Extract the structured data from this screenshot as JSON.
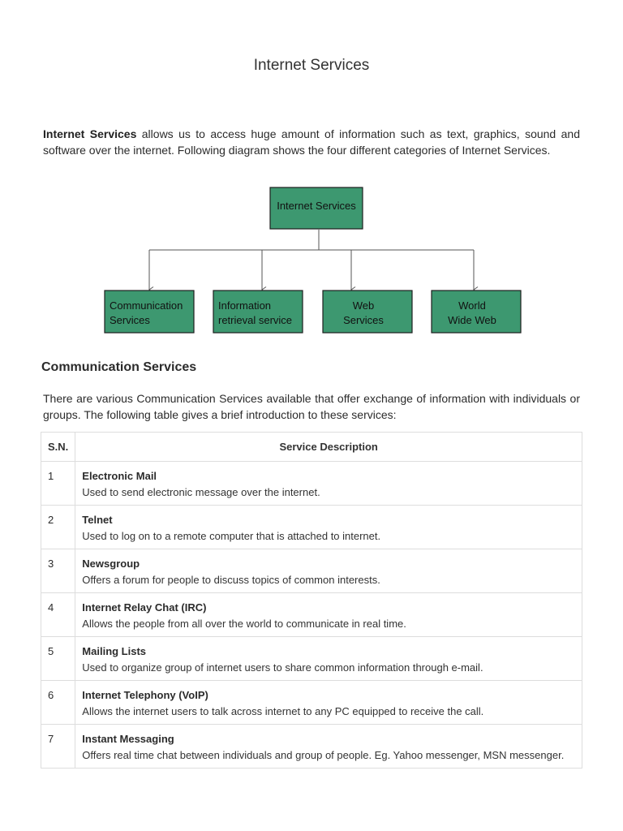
{
  "title": "Internet Services",
  "intro": {
    "bold_lead": "Internet Services",
    "text": " allows us to access huge amount of information such as text, graphics, sound and software over the internet. Following diagram shows the four different categories of Internet Services."
  },
  "diagram": {
    "root": "Internet Services",
    "box_color": "#3d9870",
    "children": [
      {
        "line1": "Communication",
        "line2": "Services"
      },
      {
        "line1": "Information",
        "line2": "retrieval service"
      },
      {
        "line1": "Web",
        "line2": "Services"
      },
      {
        "line1": "World",
        "line2": "Wide Web"
      }
    ]
  },
  "section": {
    "heading": "Communication Services",
    "text": "There are various Communication Services available that offer exchange of information with individuals or groups. The following table gives a brief introduction to these services:"
  },
  "table": {
    "headers": [
      "S.N.",
      "Service Description"
    ],
    "rows": [
      {
        "sn": "1",
        "name": "Electronic Mail",
        "desc": "Used to send electronic message over the internet."
      },
      {
        "sn": "2",
        "name": "Telnet",
        "desc": "Used to log on to a remote computer that is attached to internet."
      },
      {
        "sn": "3",
        "name": "Newsgroup",
        "desc": "Offers a forum for people to discuss topics of common interests."
      },
      {
        "sn": "4",
        "name": "Internet Relay Chat (IRC)",
        "desc": "Allows the people from all over the world to communicate in real time."
      },
      {
        "sn": "5",
        "name": "Mailing Lists",
        "desc": "Used to organize group of internet users to share common information through e-mail."
      },
      {
        "sn": "6",
        "name": "Internet Telephony (VoIP)",
        "desc": "Allows the internet users to talk across internet to any PC equipped to receive the call."
      },
      {
        "sn": "7",
        "name": "Instant Messaging",
        "desc": "Offers real time chat between individuals and group of people. Eg. Yahoo messenger, MSN messenger."
      }
    ]
  }
}
